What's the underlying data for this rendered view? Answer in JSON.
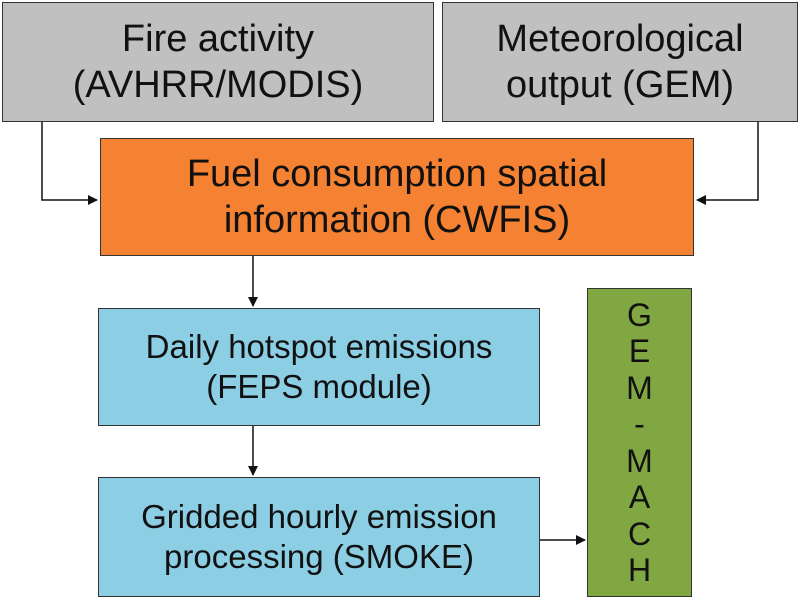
{
  "boxes": {
    "fire_activity": {
      "lines": [
        "Fire activity",
        "(AVHRR/MODIS)"
      ],
      "color": "#c0c0c0"
    },
    "meteorological": {
      "lines": [
        "Meteorological",
        "output (GEM)"
      ],
      "color": "#c0c0c0"
    },
    "fuel_consumption": {
      "lines": [
        "Fuel consumption spatial",
        "information (CWFIS)"
      ],
      "color": "#f58232"
    },
    "daily_hotspot": {
      "lines": [
        "Daily hotspot emissions",
        "(FEPS module)"
      ],
      "color": "#8ccee4"
    },
    "gridded_hourly": {
      "lines": [
        "Gridded hourly emission",
        "processing (SMOKE)"
      ],
      "color": "#8ccee4"
    },
    "gem_mach": {
      "letters": [
        "G",
        "E",
        "M",
        "-",
        "M",
        "A",
        "C",
        "H"
      ],
      "color": "#80a742"
    }
  }
}
